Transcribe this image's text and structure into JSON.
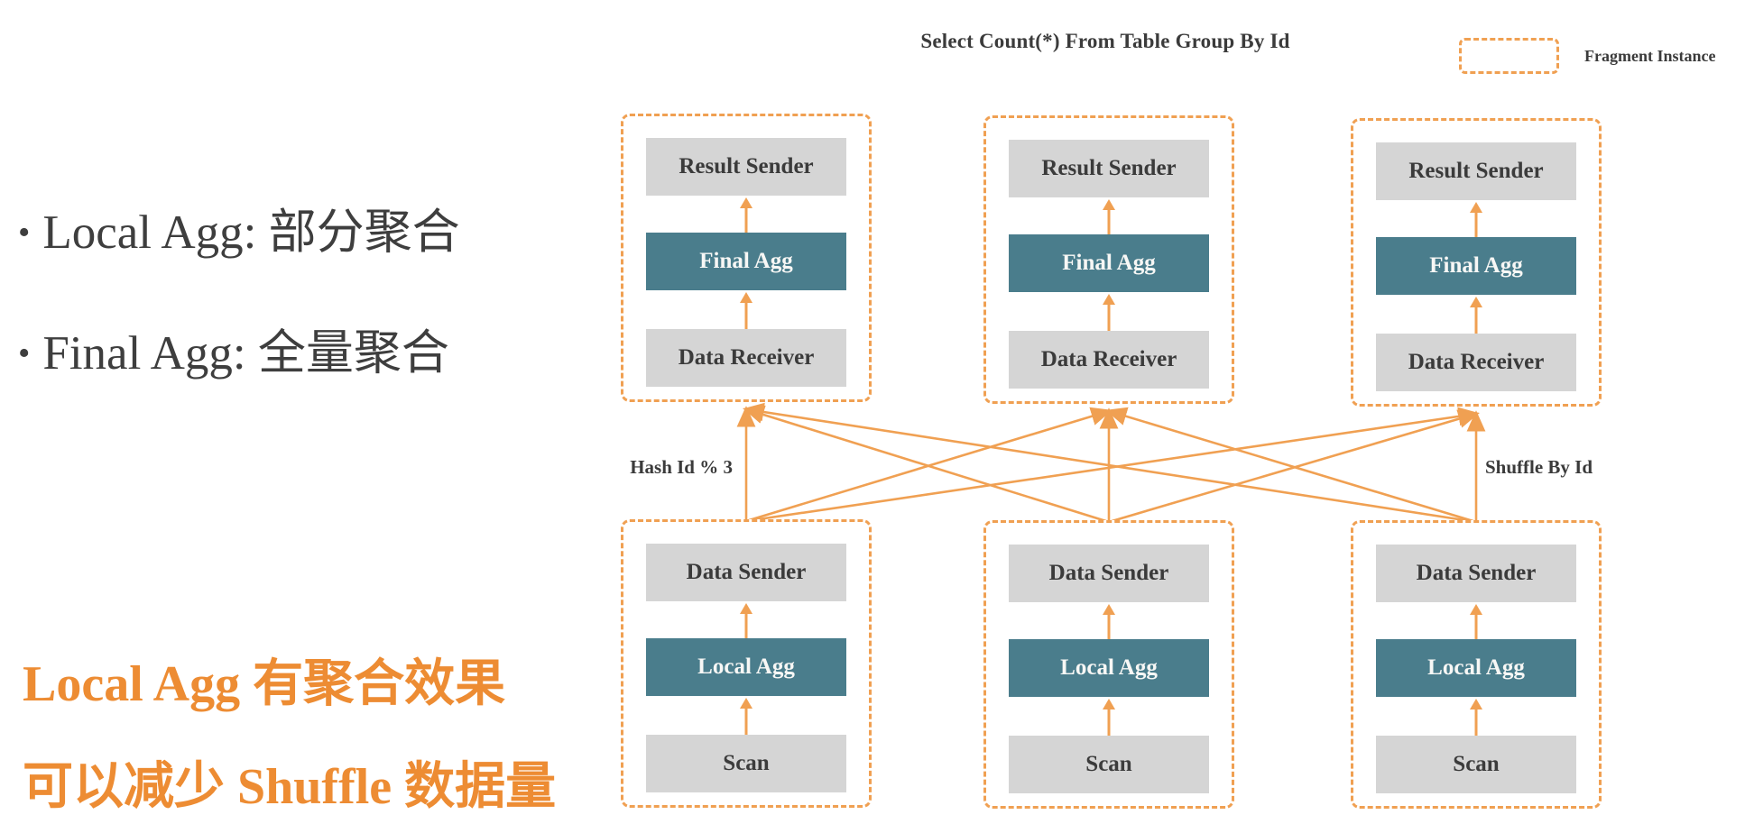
{
  "header": {
    "title": "Select Count(*) From Table Group By Id"
  },
  "legend": {
    "label": "Fragment Instance"
  },
  "notes": {
    "bullet": "•",
    "items": [
      "Local Agg: 部分聚合",
      "Final Agg: 全量聚合"
    ]
  },
  "highlight": {
    "lines": [
      "Local Agg 有聚合效果",
      "可以减少 Shuffle 数据量"
    ]
  },
  "diagram": {
    "edge_labels": {
      "left": "Hash Id % 3",
      "right": "Shuffle By Id"
    },
    "top_fragments": [
      {
        "boxes": [
          {
            "label": "Result Sender"
          },
          {
            "label": "Final Agg"
          },
          {
            "label": "Data Receiver"
          }
        ]
      },
      {
        "boxes": [
          {
            "label": "Result Sender"
          },
          {
            "label": "Final Agg"
          },
          {
            "label": "Data Receiver"
          }
        ]
      },
      {
        "boxes": [
          {
            "label": "Result Sender"
          },
          {
            "label": "Final Agg"
          },
          {
            "label": "Data Receiver"
          }
        ]
      }
    ],
    "bottom_fragments": [
      {
        "boxes": [
          {
            "label": "Data Sender"
          },
          {
            "label": "Local Agg"
          },
          {
            "label": "Scan"
          }
        ]
      },
      {
        "boxes": [
          {
            "label": "Data Sender"
          },
          {
            "label": "Local Agg"
          },
          {
            "label": "Scan"
          }
        ]
      },
      {
        "boxes": [
          {
            "label": "Data Sender"
          },
          {
            "label": "Local Agg"
          },
          {
            "label": "Scan"
          }
        ]
      }
    ]
  },
  "colors": {
    "accent_orange": "#F0A052",
    "highlight_orange": "#ED8C33",
    "node_teal": "#4A7D8C",
    "node_gray": "#D5D5D5",
    "text_dark": "#3B3B3B"
  }
}
